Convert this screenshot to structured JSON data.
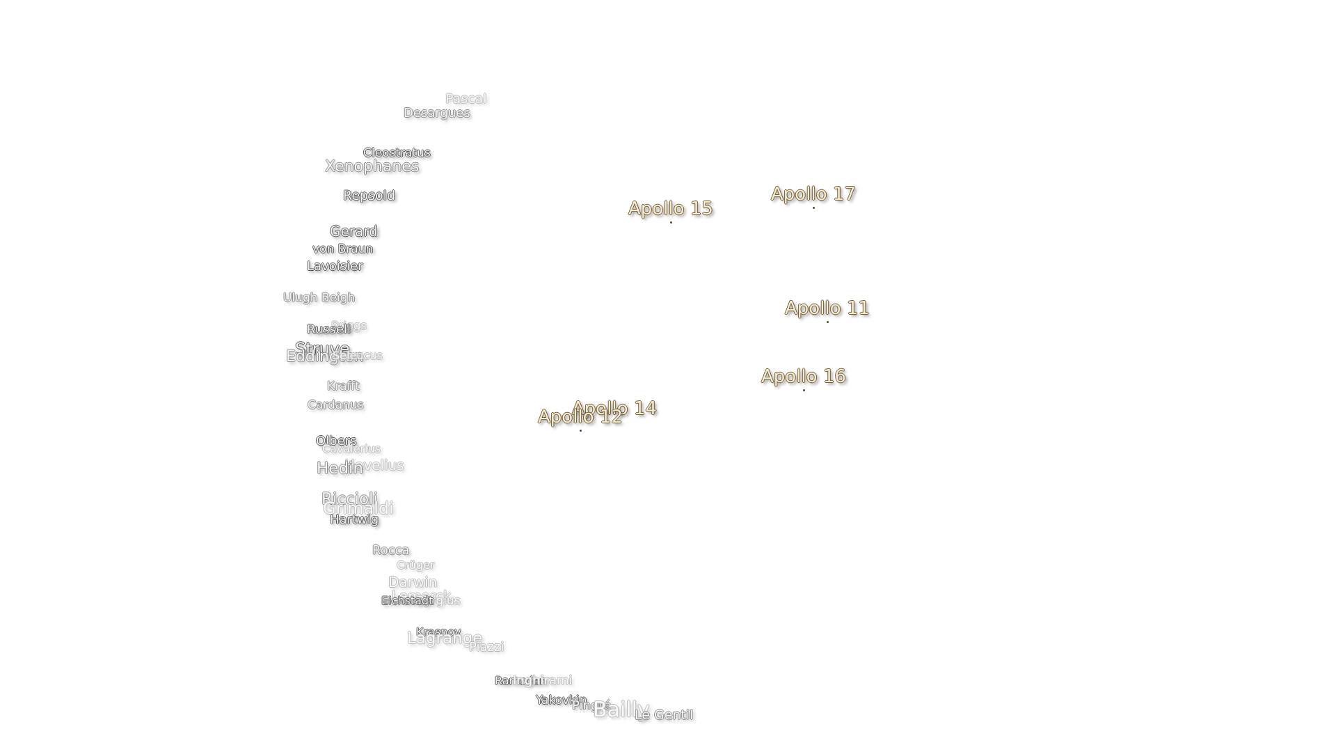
{
  "craters": [
    {
      "name": "Pascal",
      "style": "faint"
    },
    {
      "name": "Desargues",
      "style": "mid"
    },
    {
      "name": "Cleostratus",
      "style": "normal"
    },
    {
      "name": "Xenophanes",
      "style": "mid"
    },
    {
      "name": "Repsold",
      "style": "normal"
    },
    {
      "name": "Gerard",
      "style": "normal"
    },
    {
      "name": "von Braun",
      "style": "normal"
    },
    {
      "name": "Lavoisier",
      "style": "normal"
    },
    {
      "name": "Ulugh Beigh",
      "style": "mid"
    },
    {
      "name": "Briggs",
      "style": "faint"
    },
    {
      "name": "Russell",
      "style": "normal"
    },
    {
      "name": "Struve",
      "style": "normal"
    },
    {
      "name": "Eddington",
      "style": "mid"
    },
    {
      "name": "Seleucus",
      "style": "faint"
    },
    {
      "name": "Krafft",
      "style": "mid"
    },
    {
      "name": "Cardanus",
      "style": "mid"
    },
    {
      "name": "Olbers",
      "style": "normal"
    },
    {
      "name": "Cavalerius",
      "style": "faint"
    },
    {
      "name": "Hevelius",
      "style": "faint"
    },
    {
      "name": "Hedin",
      "style": "mid"
    },
    {
      "name": "Riccioli",
      "style": "mid"
    },
    {
      "name": "Grimaldi",
      "style": "faint"
    },
    {
      "name": "Hartwig",
      "style": "normal"
    },
    {
      "name": "Rocca",
      "style": "mid"
    },
    {
      "name": "Crüger",
      "style": "faint"
    },
    {
      "name": "Darwin",
      "style": "faint"
    },
    {
      "name": "Lamarck",
      "style": "faint"
    },
    {
      "name": "Byrgius",
      "style": "faint"
    },
    {
      "name": "Eichstadt",
      "style": "normal"
    },
    {
      "name": "Krasnov",
      "style": "normal"
    },
    {
      "name": "Lagrange",
      "style": "faint"
    },
    {
      "name": "Piazzi",
      "style": "faint"
    },
    {
      "name": "Ramsden",
      "style": "normal"
    },
    {
      "name": "Inghirami",
      "style": "faint"
    },
    {
      "name": "Yakovkin",
      "style": "normal"
    },
    {
      "name": "Pingré",
      "style": "mid"
    },
    {
      "name": "Bailly",
      "style": "faint"
    },
    {
      "name": "Le Gentil",
      "style": "mid"
    }
  ],
  "landing_sites": [
    {
      "name": "Apollo 15"
    },
    {
      "name": "Apollo 17"
    },
    {
      "name": "Apollo 11"
    },
    {
      "name": "Apollo 16"
    },
    {
      "name": "Apollo 14"
    },
    {
      "name": "Apollo 12"
    }
  ],
  "colors": {
    "crater_fill": "#f4f4f4",
    "crater_outline": "#555555",
    "apollo_fill": "#f6ecd2",
    "apollo_outline": "#6e5a32"
  }
}
